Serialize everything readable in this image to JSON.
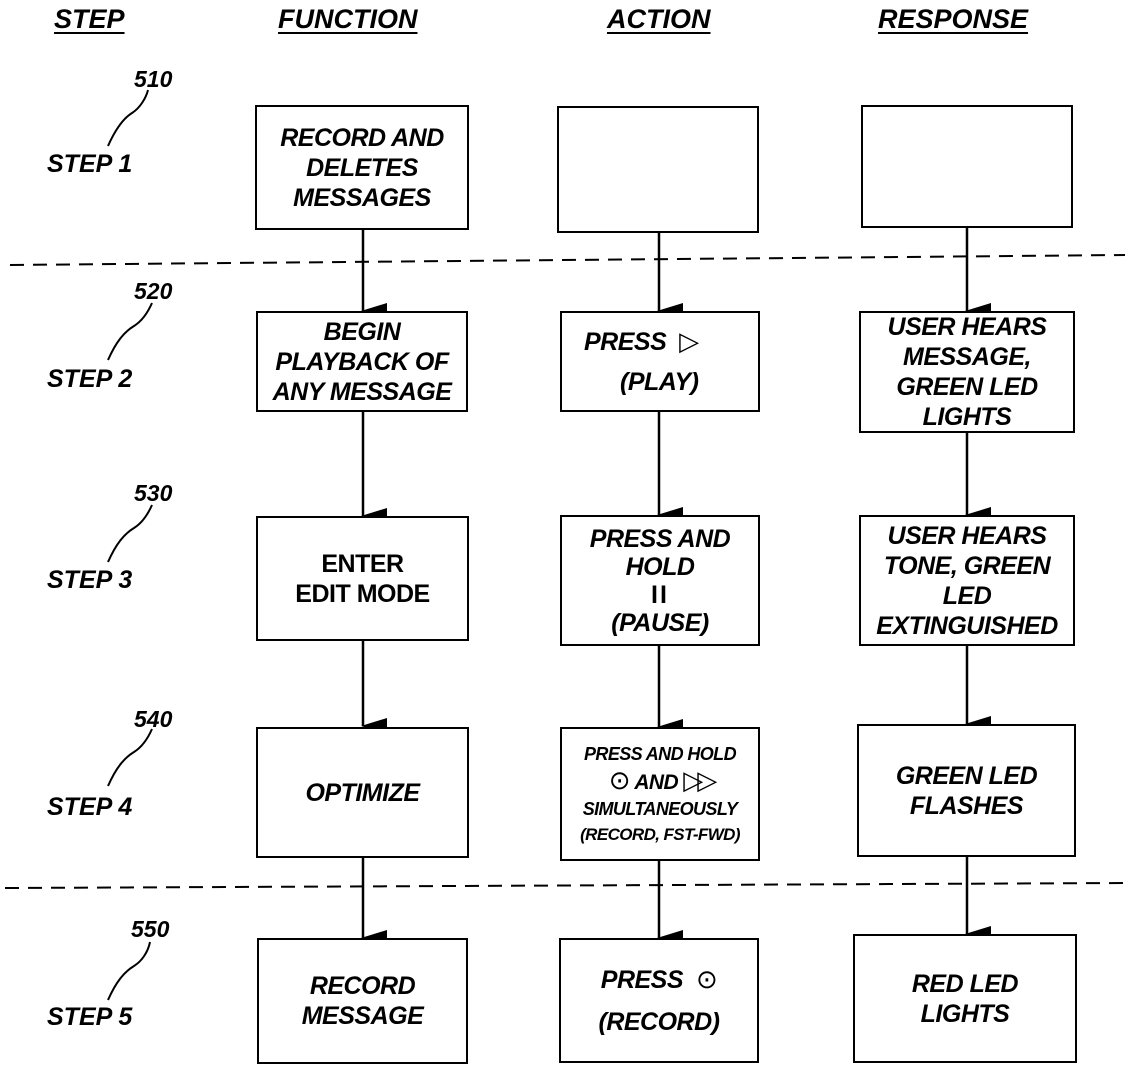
{
  "headers": {
    "step": "STEP",
    "function": "FUNCTION",
    "action": "ACTION",
    "response": "RESPONSE"
  },
  "steps": [
    {
      "ref": "510",
      "label": "STEP 1",
      "function": [
        "RECORD AND",
        "DELETES",
        "MESSAGES"
      ],
      "action": [],
      "response": []
    },
    {
      "ref": "520",
      "label": "STEP 2",
      "function": [
        "BEGIN",
        "PLAYBACK OF",
        "ANY MESSAGE"
      ],
      "action": {
        "press": "PRESS",
        "symbol": "▷",
        "paren": "(PLAY)"
      },
      "response": [
        "USER HEARS",
        "MESSAGE,",
        "GREEN LED",
        "LIGHTS"
      ]
    },
    {
      "ref": "530",
      "label": "STEP 3",
      "function": [
        "ENTER",
        "EDIT MODE"
      ],
      "action": {
        "line1": "PRESS AND",
        "line2": "HOLD",
        "symbol": "II",
        "paren": "(PAUSE)"
      },
      "response": [
        "USER HEARS",
        "TONE, GREEN",
        "LED",
        "EXTINGUISHED"
      ]
    },
    {
      "ref": "540",
      "label": "STEP 4",
      "function": [
        "OPTIMIZE"
      ],
      "action": {
        "line1": "PRESS AND HOLD",
        "symbol1": "⊙",
        "and": "AND",
        "symbol2": "▷▷",
        "line3": "SIMULTANEOUSLY",
        "paren": "(RECORD, FST-FWD)"
      },
      "response": [
        "GREEN LED",
        "FLASHES"
      ]
    },
    {
      "ref": "550",
      "label": "STEP 5",
      "function": [
        "RECORD",
        "MESSAGE"
      ],
      "action": {
        "press": "PRESS",
        "symbol": "⊙",
        "paren": "(RECORD)"
      },
      "response": [
        "RED LED",
        "LIGHTS"
      ]
    }
  ],
  "icons": [
    "play-icon",
    "pause-icon",
    "record-icon",
    "fast-forward-icon"
  ]
}
